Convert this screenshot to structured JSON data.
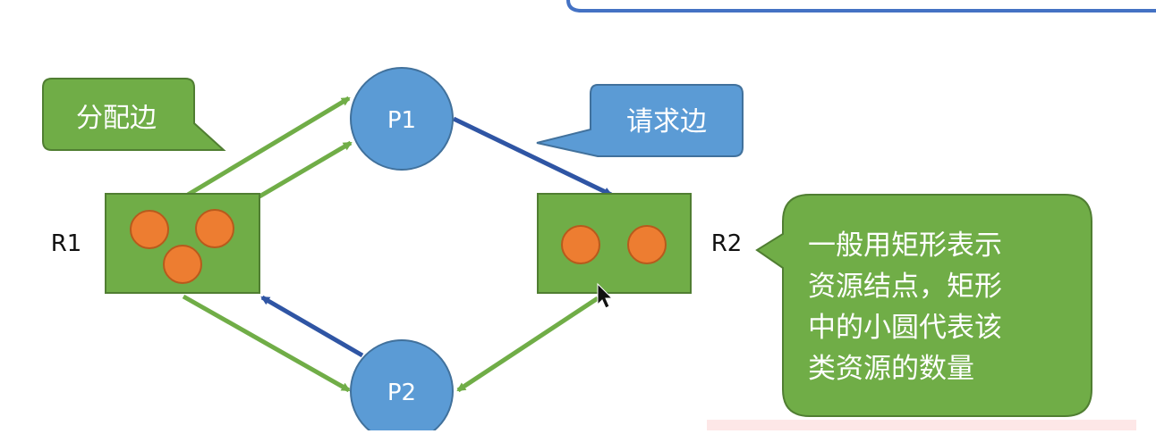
{
  "diagram": {
    "processes": [
      {
        "id": "P1",
        "label": "P1"
      },
      {
        "id": "P2",
        "label": "P2"
      }
    ],
    "resources": [
      {
        "id": "R1",
        "label": "R1",
        "instances": 3
      },
      {
        "id": "R2",
        "label": "R2",
        "instances": 2
      }
    ],
    "edges": [
      {
        "from": "R1",
        "to": "P1",
        "kind": "allocation"
      },
      {
        "from": "R1",
        "to": "P1",
        "kind": "allocation"
      },
      {
        "from": "P1",
        "to": "R2",
        "kind": "request"
      },
      {
        "from": "R1",
        "to": "P2",
        "kind": "allocation"
      },
      {
        "from": "P2",
        "to": "R1",
        "kind": "request"
      },
      {
        "from": "R2",
        "to": "P2",
        "kind": "allocation"
      }
    ],
    "callouts": {
      "allocation": "分配边",
      "request": "请求边",
      "note_lines": [
        "一般用矩形表示",
        "资源结点，矩形",
        "中的小圆代表该",
        "类资源的数量"
      ]
    },
    "colors": {
      "process_fill": "#5b9bd5",
      "resource_fill": "#70ad47",
      "resource_stroke": "#507e32",
      "instance_fill": "#ed7d31",
      "allocation_edge": "#70ad47",
      "request_edge": "#2f55a4",
      "callout_green": "#70ad47",
      "callout_blue": "#5b9bd5"
    }
  }
}
